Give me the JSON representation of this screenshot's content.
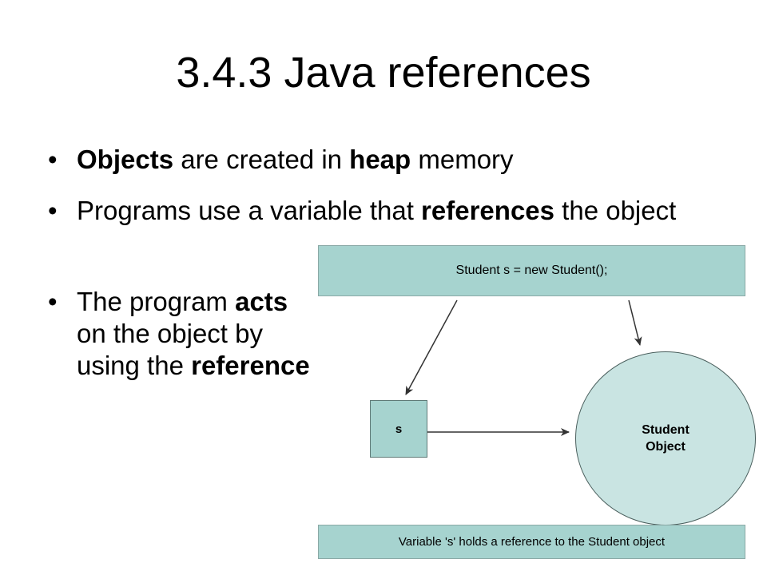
{
  "title": "3.4.3 Java references",
  "bullets": [
    {
      "marker": "•",
      "parts": [
        {
          "bold": "Objects"
        },
        {
          "text": " are created in "
        },
        {
          "bold": "heap"
        },
        {
          "text": " memory"
        }
      ]
    },
    {
      "marker": "•",
      "parts": [
        {
          "text": "Programs use a variable that "
        },
        {
          "bold": "references"
        },
        {
          "text": " the object"
        }
      ]
    },
    {
      "marker": "•",
      "parts": [
        {
          "text": "The program "
        },
        {
          "bold": "acts"
        },
        {
          "text": " on the object by using the "
        },
        {
          "bold": "reference"
        }
      ]
    }
  ],
  "diagram": {
    "statement": "Student s = new Student();",
    "variable": "s",
    "object_line1": "Student",
    "object_line2": "Object",
    "caption": "Variable 's' holds a reference to the Student object",
    "colors": {
      "box_fill": "#a6d3cf",
      "circle_fill": "#c9e4e2",
      "arrow": "#333333"
    }
  }
}
